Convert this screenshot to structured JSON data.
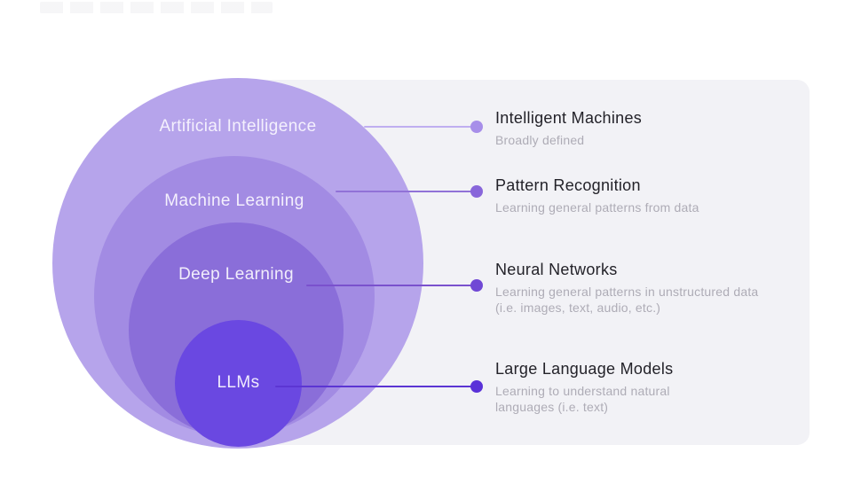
{
  "page": {
    "background": "#ffffff",
    "panel_color": "#f2f2f6"
  },
  "diagram": {
    "rings": [
      {
        "label": "Artificial Intelligence",
        "color": "#b6a4eb",
        "text_color": "#f4f0fd"
      },
      {
        "label": "Machine Learning",
        "color": "#a28be3",
        "text_color": "#f4f0fd"
      },
      {
        "label": "Deep Learning",
        "color": "#8a6ed9",
        "text_color": "#f1edfb"
      },
      {
        "label": "LLMs",
        "color": "#6a48e1",
        "text_color": "#efeafd"
      }
    ]
  },
  "annotations": [
    {
      "title": "Intelligent Machines",
      "subtitle": "Broadly defined",
      "line_color": "#c0aff0",
      "dot_color": "#a78ee9"
    },
    {
      "title": "Pattern Recognition",
      "subtitle": "Learning general patterns from data",
      "line_color": "#9172d7",
      "dot_color": "#8866da"
    },
    {
      "title": "Neural Networks",
      "subtitle": "Learning general patterns in unstructured data (i.e. images, text, audio, etc.)",
      "line_color": "#7a51cd",
      "dot_color": "#7048d5"
    },
    {
      "title": "Large Language Models",
      "subtitle": "Learning to understand natural languages (i.e. text)",
      "line_color": "#5c35d3",
      "dot_color": "#5a32d8"
    }
  ]
}
